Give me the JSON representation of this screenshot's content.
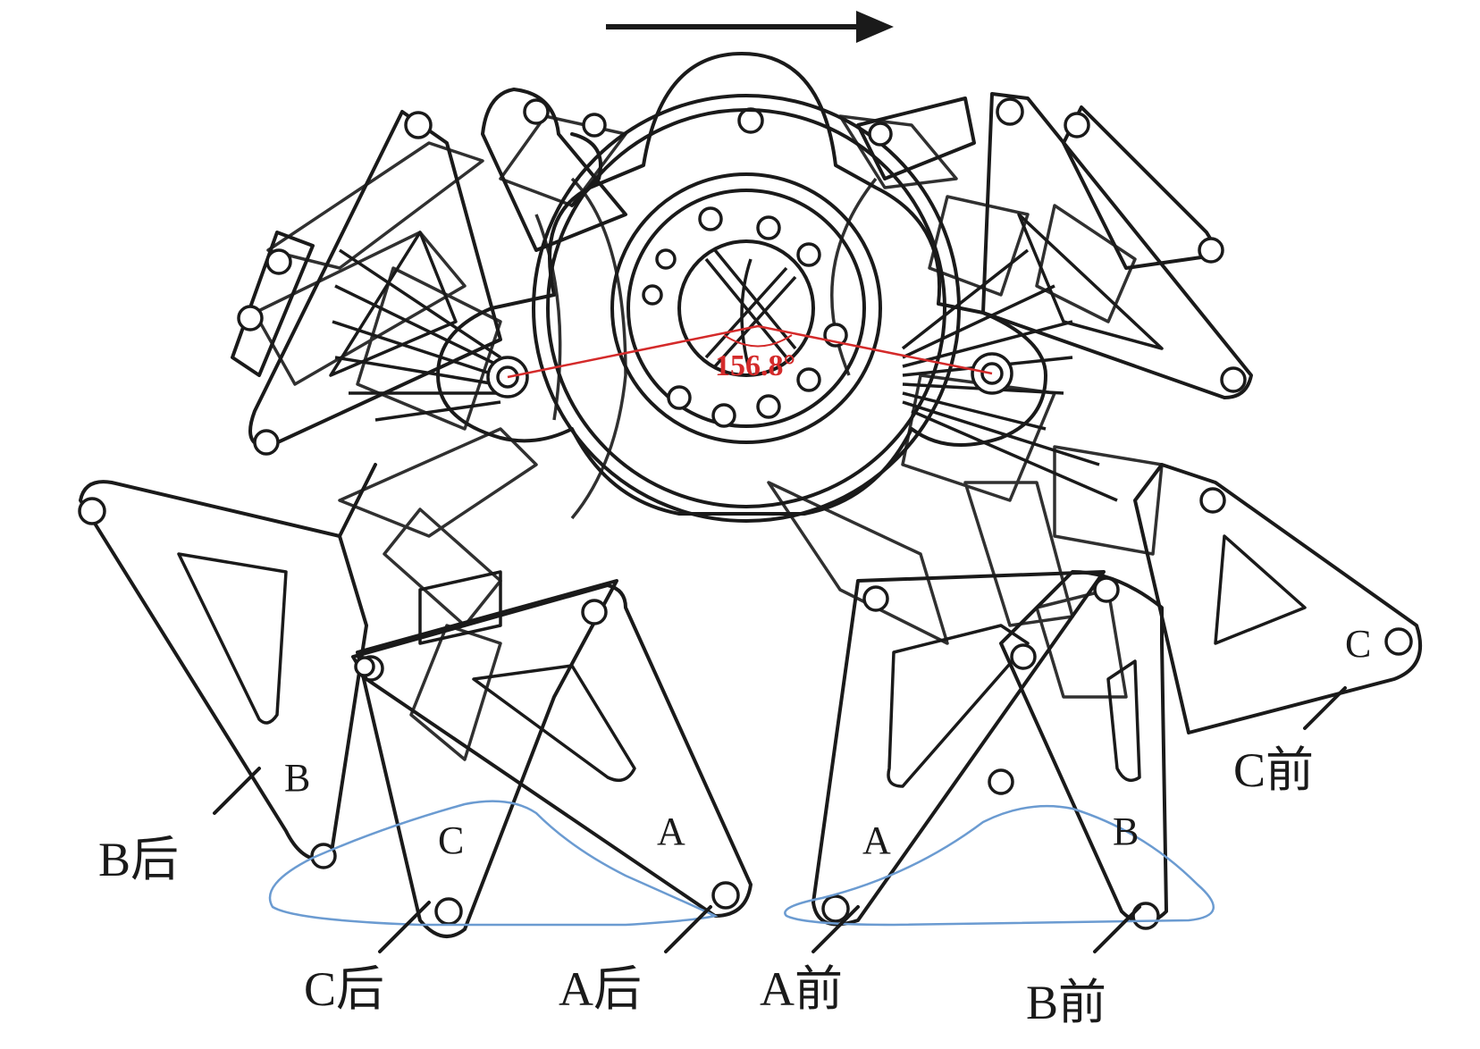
{
  "diagram": {
    "angle_label": "156.8°",
    "legs": [
      {
        "id": "B-rear",
        "letter": "B",
        "callout": "B后"
      },
      {
        "id": "C-rear",
        "letter": "C",
        "callout": "C后"
      },
      {
        "id": "A-rear",
        "letter": "A",
        "callout": "A后"
      },
      {
        "id": "A-front",
        "letter": "A",
        "callout": "A前"
      },
      {
        "id": "B-front",
        "letter": "B",
        "callout": "B前"
      },
      {
        "id": "C-front",
        "letter": "C",
        "callout": "C前"
      }
    ],
    "colors": {
      "linework": "#1a1a1a",
      "angle_annotation": "#d42a2a",
      "foot_trajectory": "#6b9bd1"
    }
  }
}
